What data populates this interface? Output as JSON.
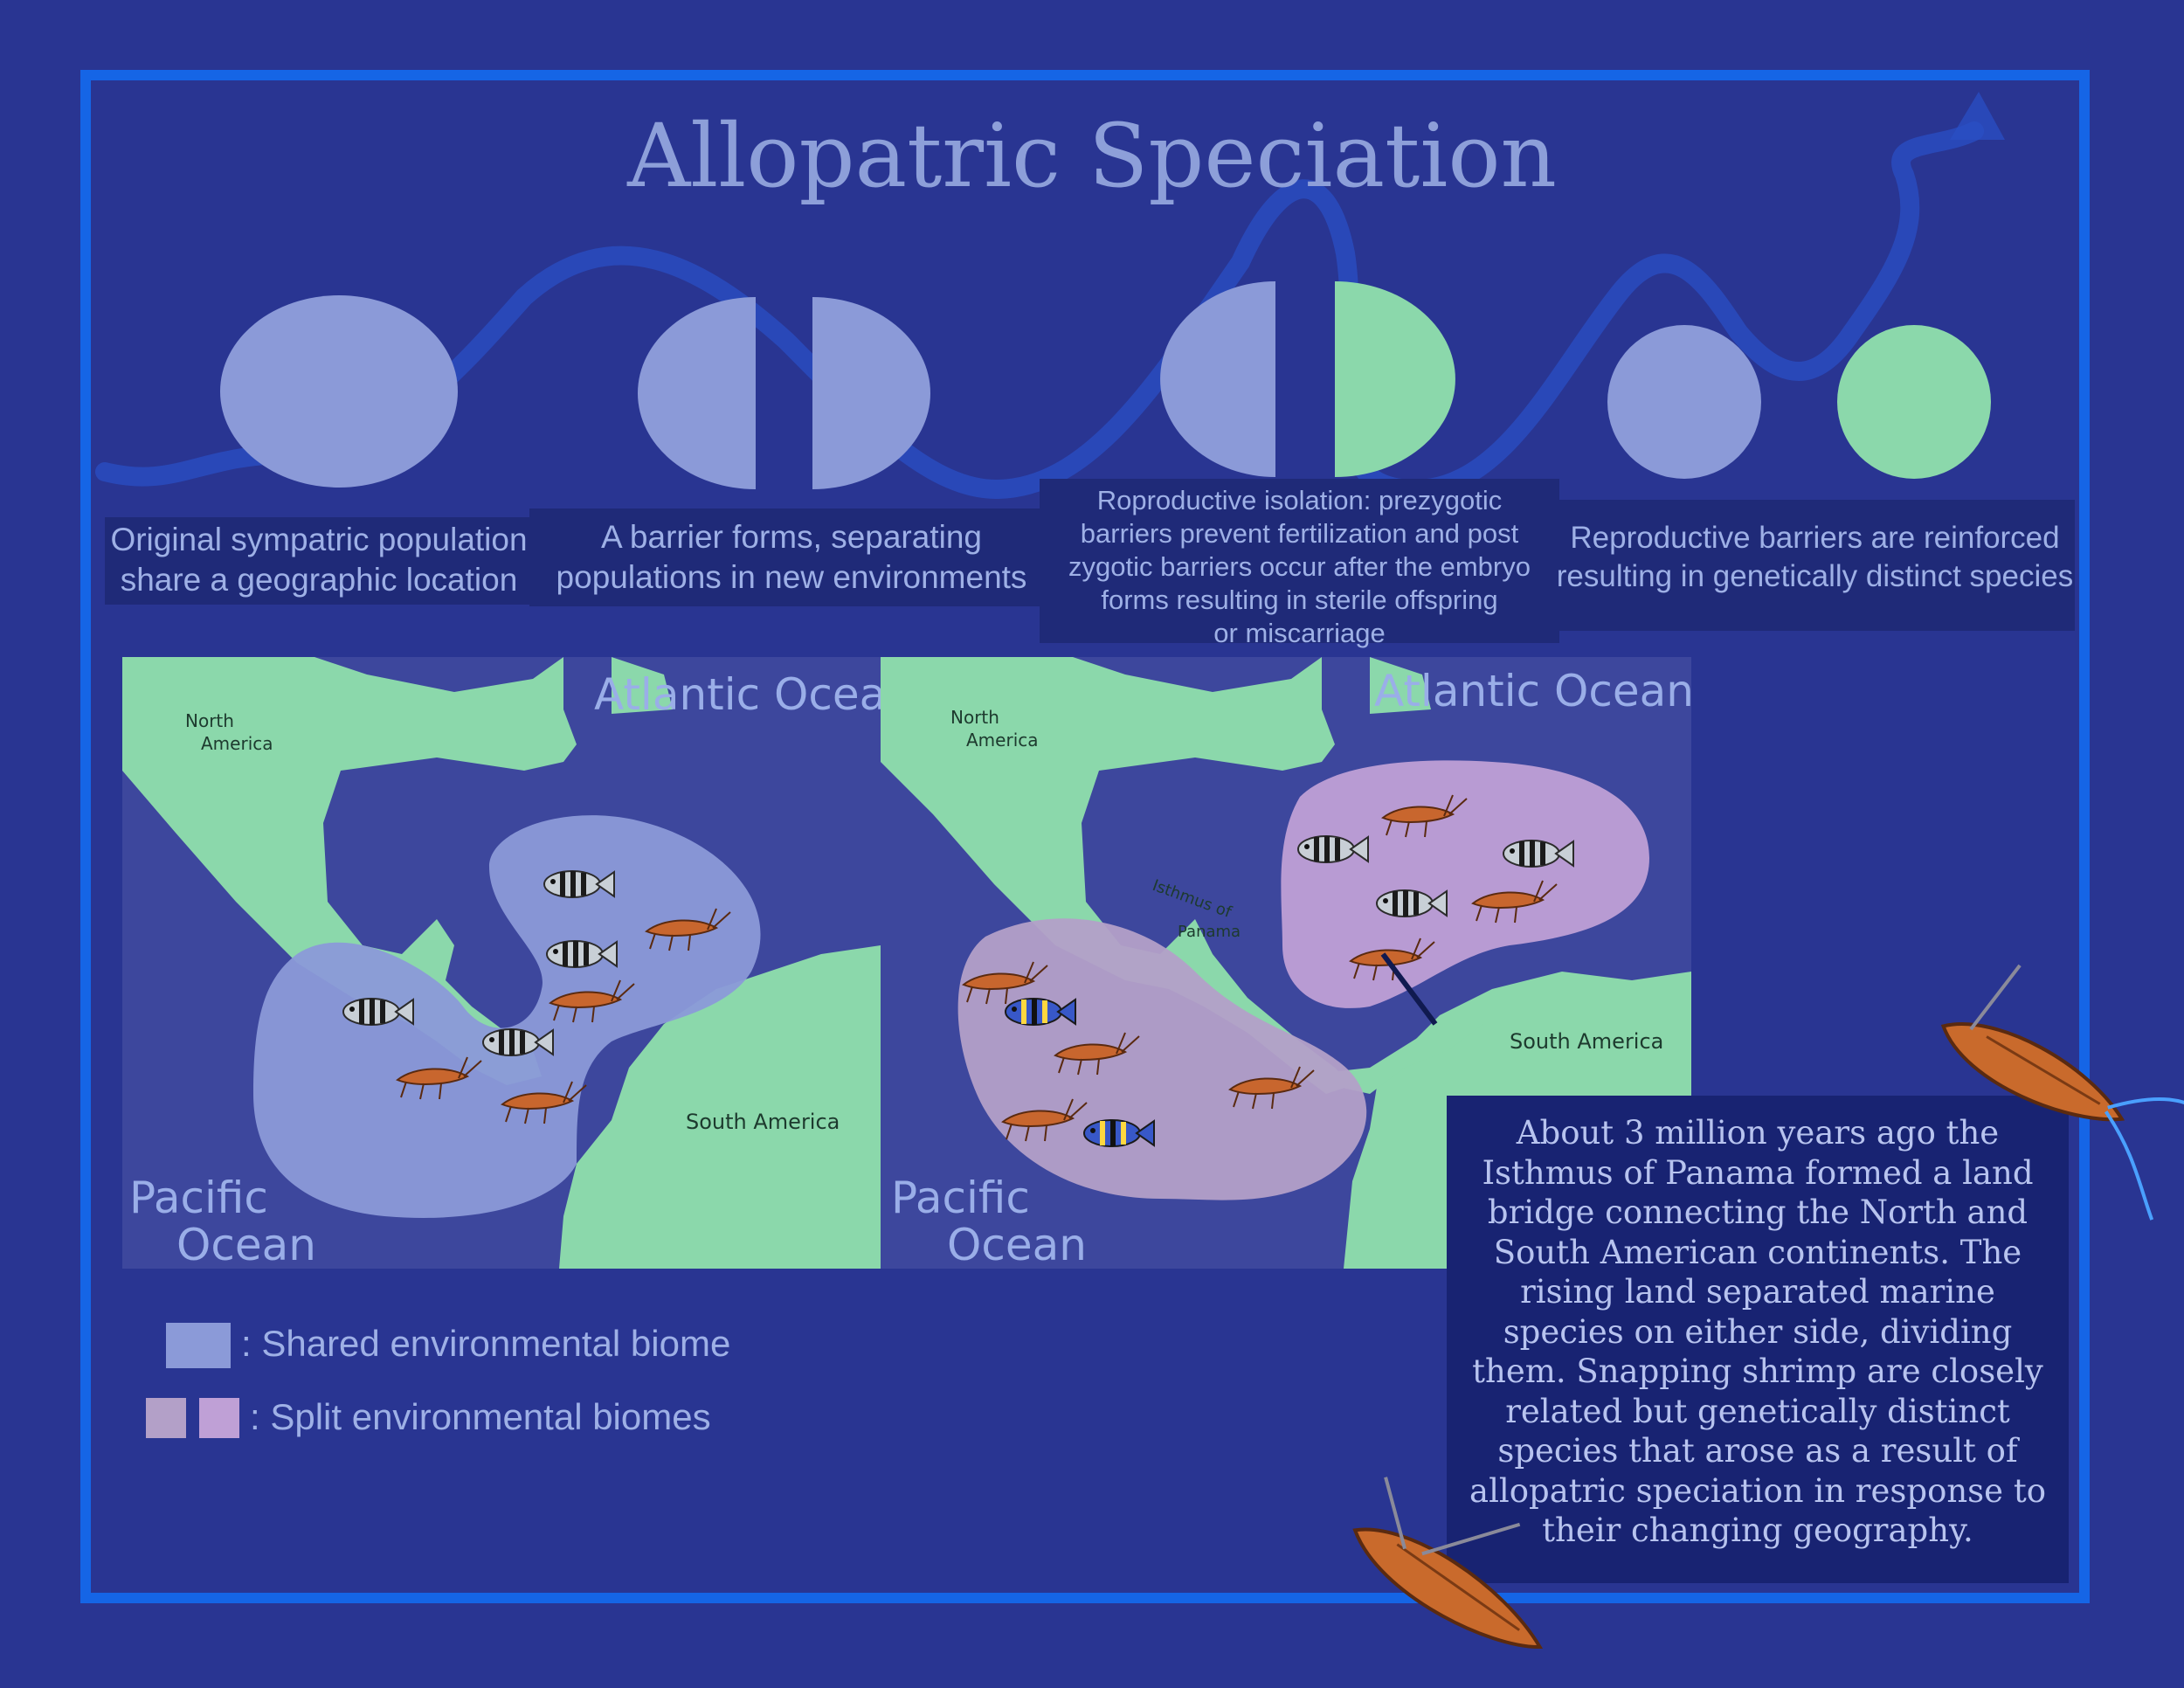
{
  "title": "Allopatric Speciation",
  "colors": {
    "background": "#293592",
    "frame": "#1565e6",
    "population_a": "#8b9ad8",
    "population_b": "#8bd8ab",
    "land": "#8bd8ab",
    "ocean": "#3d479d",
    "shared_biome": "#8b9ad8",
    "split_biome_pacific": "#b3a0c8",
    "split_biome_atlantic": "#bfa0d6"
  },
  "stages": [
    {
      "caption_lines": [
        "Original sympatric population",
        "share a geographic location"
      ]
    },
    {
      "caption_lines": [
        "A barrier forms, separating",
        "populations in new environments"
      ]
    },
    {
      "caption_lines": [
        "Roproductive isolation: prezygotic",
        "barriers prevent fertilization and post",
        "zygotic barriers occur after the embryo",
        "forms resulting  in sterile offspring",
        "or miscarriage"
      ]
    },
    {
      "caption_lines": [
        "Reproductive barriers are reinforced",
        "resulting in genetically distinct species"
      ]
    }
  ],
  "maps": {
    "left": {
      "labels": {
        "north_america": [
          "North",
          "America"
        ],
        "south_america": "South America",
        "atlantic": "Atlantic Ocean",
        "pacific": [
          "Pacific",
          "Ocean"
        ]
      }
    },
    "right": {
      "labels": {
        "north_america": [
          "North",
          "America"
        ],
        "south_america": "South America",
        "atlantic": "Atlantic Ocean",
        "pacific": [
          "Pacific",
          "Ocean"
        ],
        "isthmus": [
          "Isthmus of",
          "Panama"
        ]
      }
    }
  },
  "legend": {
    "shared": ": Shared environmental biome",
    "split": ":  Split environmental  biomes"
  },
  "info_text": [
    "About 3 million years ago the",
    "Isthmus of Panama formed a land",
    "bridge connecting the  North and",
    "South American continents. The",
    "rising land separated marine",
    "species on either side, dividing",
    "them. Snapping shrimp are closely",
    "related  but genetically distinct",
    "species that arose  as a result of",
    "allopatric speciation in response to",
    "their changing geography."
  ]
}
